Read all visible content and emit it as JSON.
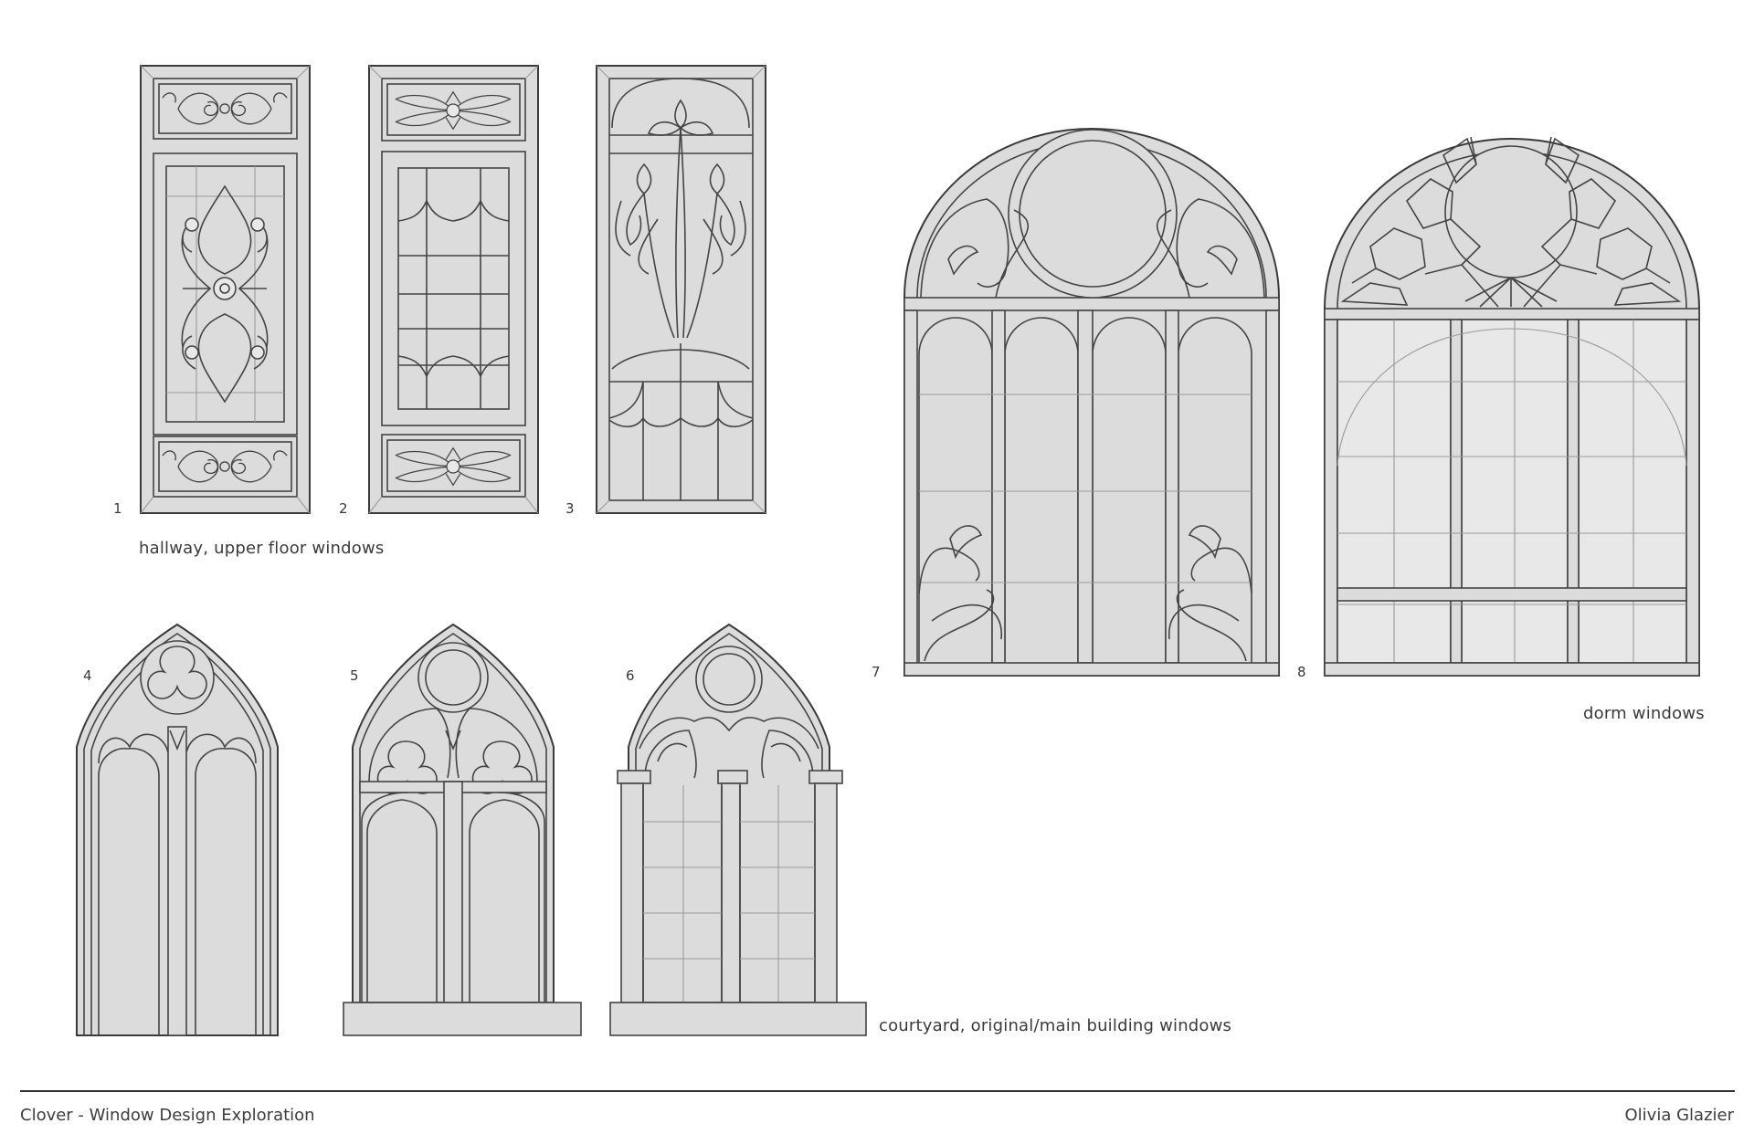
{
  "window_labels": [
    "1",
    "2",
    "3",
    "4",
    "5",
    "6",
    "7",
    "8"
  ],
  "captions": {
    "hallway": "hallway, upper floor windows",
    "dorm": "dorm windows",
    "courtyard": "courtyard, original/main building windows"
  },
  "footer": {
    "title": "Clover - Window Design Exploration",
    "author": "Olivia Glazier"
  },
  "colors": {
    "glass": "#dcdcdc",
    "line": "#3a3a3a",
    "background": "#ffffff"
  }
}
